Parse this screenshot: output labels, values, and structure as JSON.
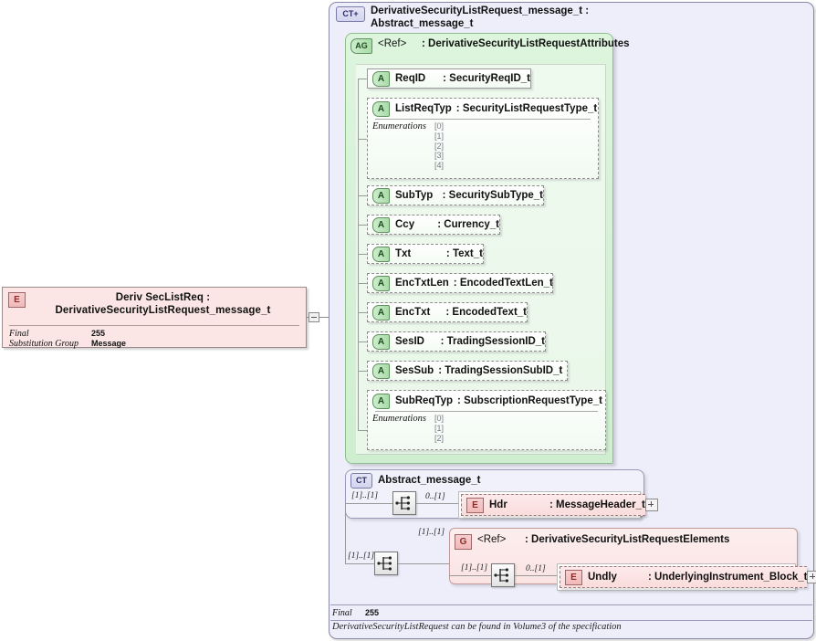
{
  "root_element": {
    "badge": "E",
    "name": "Deriv SecListReq",
    "separator": ":",
    "type": "DerivativeSecurityListRequest_message_t",
    "title": "Deriv SecListReq : DerivativeSecurityListRequest_message_t",
    "properties": [
      {
        "key": "Final",
        "value": "255"
      },
      {
        "key": "Substitution Group",
        "value": "Message"
      }
    ]
  },
  "container": {
    "badge": "CT",
    "badge_expandable": "CT+",
    "title": "DerivativeSecurityListRequest_message_t : Abstract_message_t",
    "final_key": "Final",
    "final_value": "255",
    "documentation": "DerivativeSecurityListRequest can be found in Volume3 of the specification"
  },
  "attribute_group": {
    "badge": "AG",
    "ref_label": "<Ref>",
    "separator": ":",
    "type": "DerivativeSecurityListRequestAttributes",
    "attributes": [
      {
        "badge": "A",
        "name": "ReqID",
        "separator": ":",
        "type": "SecurityReqID_t",
        "required": true
      },
      {
        "badge": "A",
        "name": "ListReqTyp",
        "separator": ":",
        "type": "SecurityListRequestType_t",
        "required": true,
        "enumerations_label": "Enumerations",
        "enumerations": [
          "[0]",
          "[1]",
          "[2]",
          "[3]",
          "[4]"
        ]
      },
      {
        "badge": "A",
        "name": "SubTyp",
        "separator": ":",
        "type": "SecuritySubType_t",
        "required": false
      },
      {
        "badge": "A",
        "name": "Ccy",
        "separator": ":",
        "type": "Currency_t",
        "required": false
      },
      {
        "badge": "A",
        "name": "Txt",
        "separator": ":",
        "type": "Text_t",
        "required": false
      },
      {
        "badge": "A",
        "name": "EncTxtLen",
        "separator": ":",
        "type": "EncodedTextLen_t",
        "required": false
      },
      {
        "badge": "A",
        "name": "EncTxt",
        "separator": ":",
        "type": "EncodedText_t",
        "required": false
      },
      {
        "badge": "A",
        "name": "SesID",
        "separator": ":",
        "type": "TradingSessionID_t",
        "required": false
      },
      {
        "badge": "A",
        "name": "SesSub",
        "separator": ":",
        "type": "TradingSessionSubID_t",
        "required": false
      },
      {
        "badge": "A",
        "name": "SubReqTyp",
        "separator": ":",
        "type": "SubscriptionRequestType_t",
        "required": false,
        "enumerations_label": "Enumerations",
        "enumerations": [
          "[0]",
          "[1]",
          "[2]"
        ]
      }
    ]
  },
  "abstract_message": {
    "badge": "CT",
    "title": "Abstract_message_t",
    "sequence_cardinality": "[1]..[1]",
    "child_cardinality": "0..[1]",
    "element": {
      "badge": "E",
      "name": "Hdr",
      "separator": ":",
      "type": "MessageHeader_t",
      "expander": "+"
    }
  },
  "group_ref": {
    "badge": "G",
    "ref_label": "<Ref>",
    "separator": ":",
    "type": "DerivativeSecurityListRequestElements",
    "incoming_cardinality": "[1]..[1]",
    "sequence_cardinality": "[1]..[1]",
    "child_cardinality": "0..[1]",
    "element": {
      "badge": "E",
      "name": "Undly",
      "separator": ":",
      "type": "UnderlyingInstrument_Block_t",
      "expander": "+"
    }
  },
  "outer_sequence": {
    "cardinality": "[1]..[1]"
  },
  "root_expander": "-",
  "colors": {
    "container_bg": "#eeeefb",
    "container_border": "#8888a8",
    "attribute_group_bg": "#d6f2d6",
    "attribute_group_border": "#8fbf8f",
    "element_pink_bg": "#fbe5e5",
    "element_pink_border": "#9a7a7a",
    "line": "#9a9a9a"
  }
}
